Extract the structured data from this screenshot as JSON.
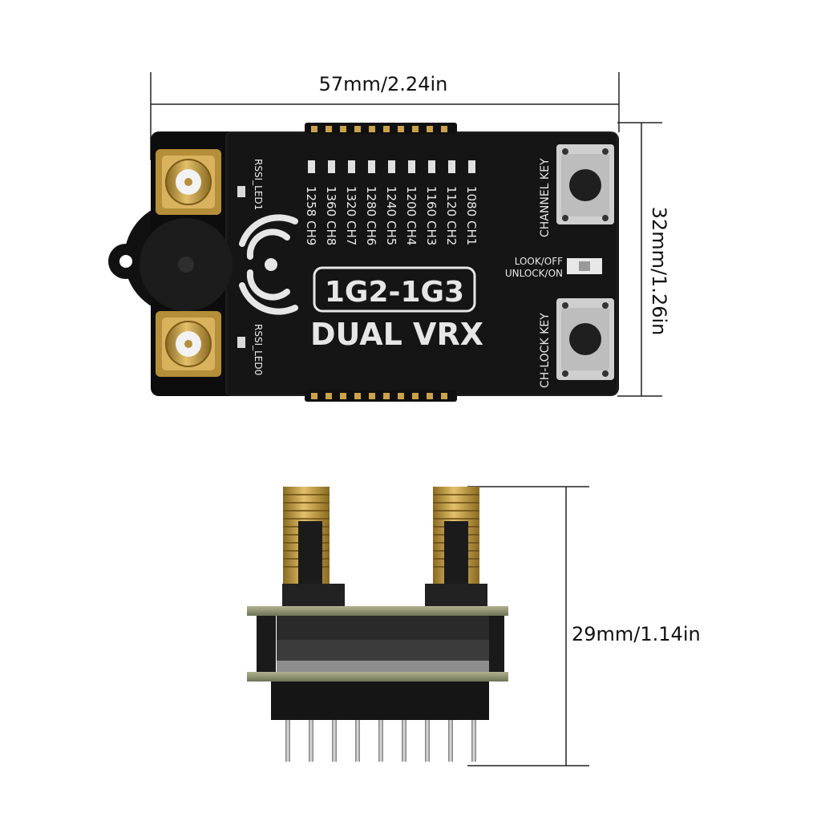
{
  "dimensions": {
    "width_label": "57mm/2.24in",
    "height_label": "32mm/1.26in",
    "depth_label": "29mm/1.14in"
  },
  "board": {
    "model": "1G2-1G3",
    "title": "DUAL VRX",
    "channel_key_label": "CHANNEL KEY",
    "chlock_key_label": "CH-LOCK KEY",
    "lock_off_label": "LOOK/OFF",
    "unlock_on_label": "UNLOCK/ON",
    "rssi_led1_label": "RSSI_LED1",
    "rssi_led0_label": "RSSI_LED0",
    "channels": [
      {
        "freq": "1080",
        "ch": "CH1"
      },
      {
        "freq": "1120",
        "ch": "CH2"
      },
      {
        "freq": "1160",
        "ch": "CH3"
      },
      {
        "freq": "1200",
        "ch": "CH4"
      },
      {
        "freq": "1240",
        "ch": "CH5"
      },
      {
        "freq": "1280",
        "ch": "CH6"
      },
      {
        "freq": "1320",
        "ch": "CH7"
      },
      {
        "freq": "1360",
        "ch": "CH8"
      },
      {
        "freq": "1258",
        "ch": "CH9"
      }
    ]
  },
  "colors": {
    "pcb": "#0d0d0d",
    "gold": "#c9a24a",
    "silkscreen": "#e8e8e8",
    "pcb_edge": "#8a8f73"
  }
}
